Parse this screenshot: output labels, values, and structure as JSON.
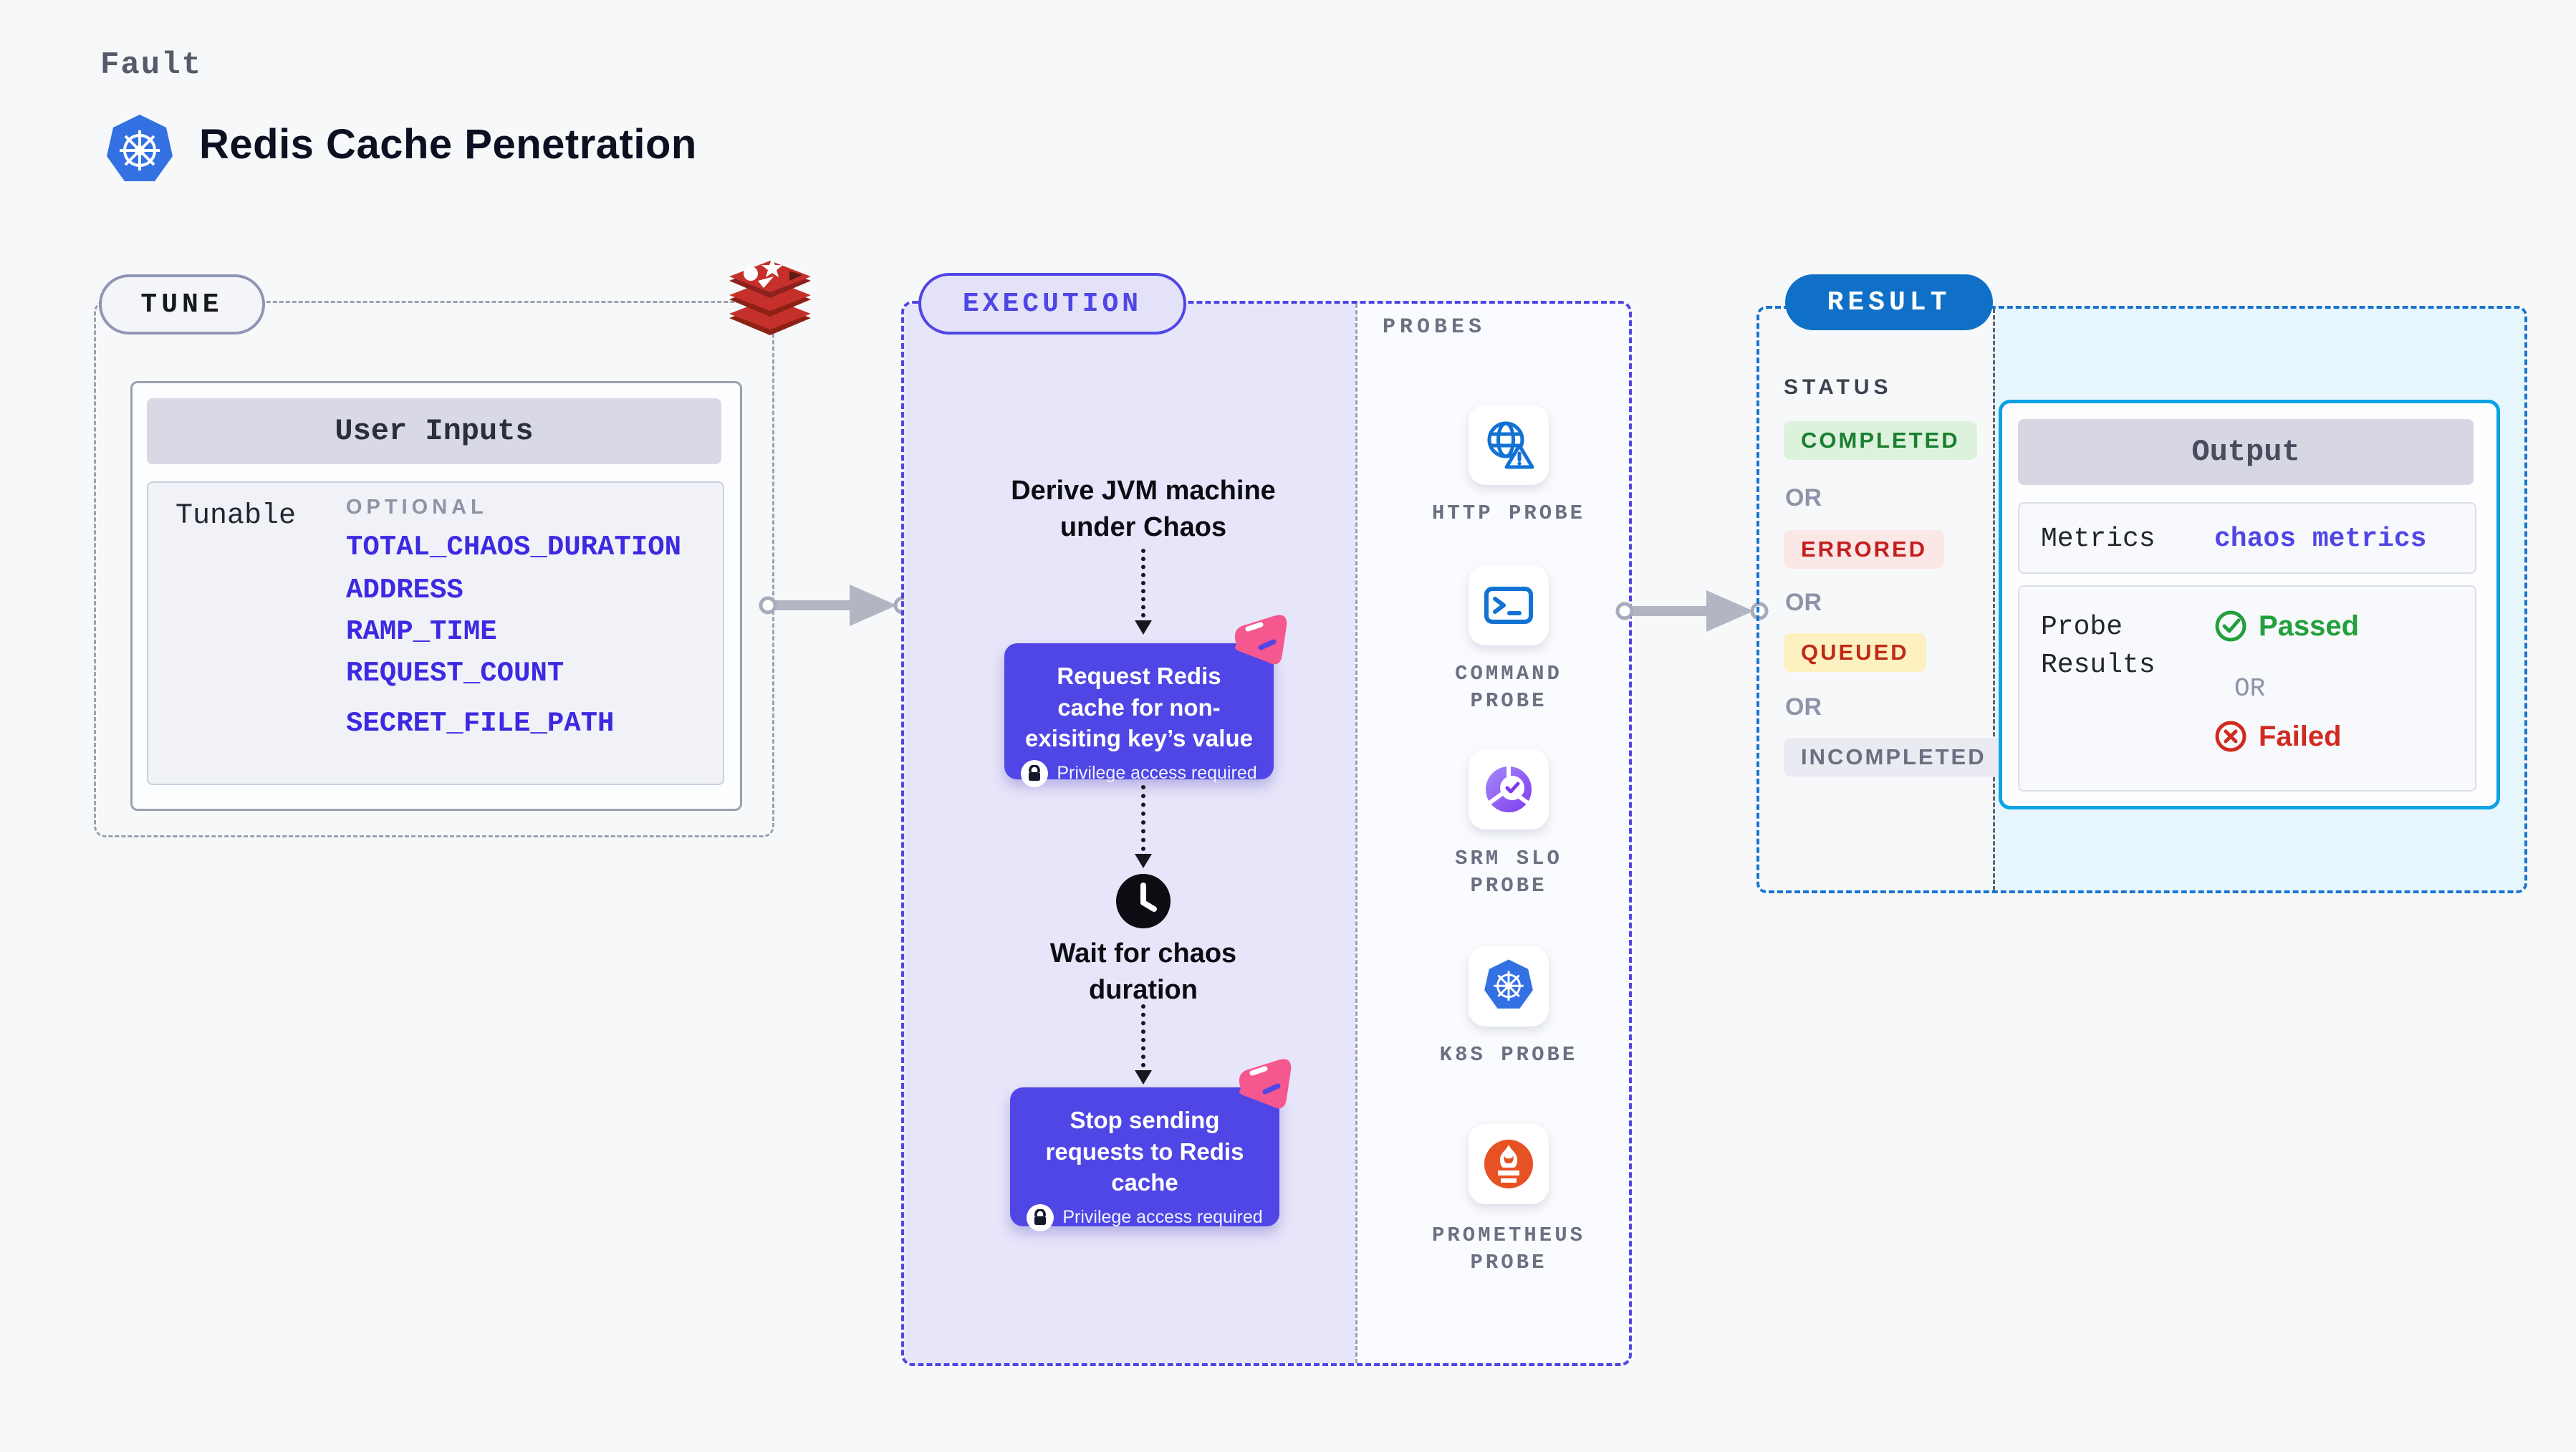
{
  "header": {
    "kicker": "Fault",
    "title": "Redis Cache Penetration",
    "k8s_icon": "kubernetes-logo"
  },
  "tune": {
    "label": "TUNE",
    "redis_icon": "redis-logo",
    "user_inputs": {
      "title": "User Inputs",
      "row_label": "Tunable",
      "column_header": "OPTIONAL",
      "inputs": [
        "TOTAL_CHAOS_DURATION",
        "ADDRESS",
        "RAMP_TIME",
        "REQUEST_COUNT",
        "SECRET_FILE_PATH"
      ]
    }
  },
  "execution": {
    "label": "EXECUTION",
    "flow": {
      "derive_text": "Derive JVM machine\nunder Chaos",
      "node1": {
        "text": "Request Redis\ncache for non-\nexisiting key’s value",
        "badge": "Privilege access required"
      },
      "wait_icon": "clock-icon",
      "wait_text": "Wait for chaos\nduration",
      "node2": {
        "text": "Stop sending\nrequests to Redis\ncache",
        "badge": "Privilege access required"
      }
    },
    "probes": {
      "label": "PROBES",
      "items": [
        {
          "label": "HTTP PROBE",
          "icon": "http-probe-icon"
        },
        {
          "label": "COMMAND PROBE",
          "icon": "command-probe-icon"
        },
        {
          "label": "SRM SLO PROBE",
          "icon": "srm-slo-probe-icon"
        },
        {
          "label": "K8S PROBE",
          "icon": "k8s-probe-icon"
        },
        {
          "label": "PROMETHEUS PROBE",
          "icon": "prometheus-probe-icon"
        }
      ]
    }
  },
  "result": {
    "label": "RESULT",
    "status": {
      "label": "STATUS",
      "separator": "OR",
      "badges": [
        {
          "text": "COMPLETED",
          "bg": "#DDF2DC",
          "color": "#1A8030"
        },
        {
          "text": "ERRORED",
          "bg": "#FBE7E6",
          "color": "#C21F1F"
        },
        {
          "text": "QUEUED",
          "bg": "#FDF1C1",
          "color": "#BF2A17"
        },
        {
          "text": "INCOMPLETED",
          "bg": "#E9EAF2",
          "color": "#6B7080"
        }
      ]
    },
    "output": {
      "title": "Output",
      "metrics_label": "Metrics",
      "metrics_value": "chaos metrics",
      "probe_results_label": "Probe Results",
      "passed": "Passed",
      "or": "OR",
      "failed": "Failed"
    }
  },
  "colors": {
    "accent_indigo": "#4F46E5",
    "result_blue": "#1070C8",
    "output_border_cyan": "#0CA2E5",
    "passed_green": "#22A03C",
    "failed_red": "#D02B20",
    "decor_pink": "#F5578F",
    "probe_icon_blue": "#1272D3",
    "prometheus_orange": "#E75225",
    "redis_red": "#C6302B"
  }
}
